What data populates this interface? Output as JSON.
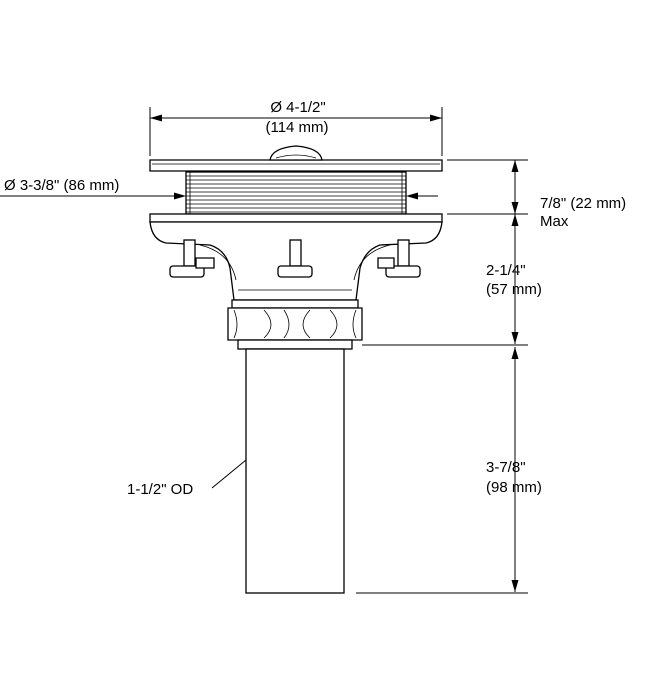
{
  "dimensions": {
    "flange_diameter": {
      "value": "Ø 4-1/2\"",
      "metric": "(114 mm)"
    },
    "body_diameter": {
      "text": "Ø 3-3/8\" (86 mm)"
    },
    "flange_gap": {
      "value": "7/8\" (22 mm)",
      "qualifier": "Max"
    },
    "body_height": {
      "value": "2-1/4\"",
      "metric": "(57 mm)"
    },
    "tailpiece_length": {
      "value": "3-7/8\"",
      "metric": "(98 mm)"
    },
    "tailpiece_od": {
      "text": "1-1/2\" OD"
    }
  }
}
